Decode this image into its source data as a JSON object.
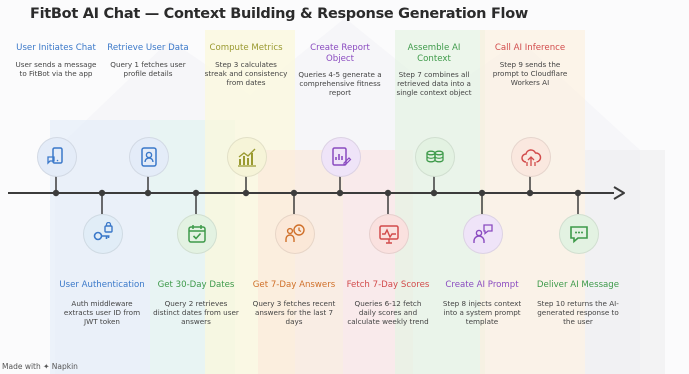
{
  "title": "FitBot AI Chat — Context Building & Response Generation Flow",
  "credit": "Made with ✦ Napkin",
  "colors": {
    "blue": "#3a78c9",
    "teal": "#3a9a9a",
    "green": "#3e9a4a",
    "olive": "#9a9a30",
    "orange": "#d0702a",
    "red": "#d24b4b",
    "purple": "#8a4bc0",
    "axis": "#3c3c3c"
  },
  "steps": [
    {
      "heading": "User Initiates Chat",
      "desc": "User sends a message to FitBot via the app",
      "icon": "phone-chat-icon",
      "color": "#3a78c9",
      "fill": "#e4ecf8",
      "pos": "top"
    },
    {
      "heading": "User Authentication",
      "desc": "Auth middleware extracts user ID from JWT token",
      "icon": "key-lock-icon",
      "color": "#3a78c9",
      "fill": "#e1edf7",
      "pos": "bottom"
    },
    {
      "heading": "Retrieve User Data",
      "desc": "Query 1 fetches user profile details",
      "icon": "user-profile-icon",
      "color": "#3a78c9",
      "fill": "#e4ecf8",
      "pos": "top"
    },
    {
      "heading": "Get 30-Day Dates",
      "desc": "Query 2 retrieves distinct dates from user answers",
      "icon": "calendar-check-icon",
      "color": "#3e9a4a",
      "fill": "#e3f2e2",
      "pos": "bottom"
    },
    {
      "heading": "Compute Metrics",
      "desc": "Step 3 calculates streak and consistency from dates",
      "icon": "chart-bars-icon",
      "color": "#9a9a30",
      "fill": "#f6f4d8",
      "pos": "top"
    },
    {
      "heading": "Get 7-Day Answers",
      "desc": "Query 3 fetches recent answers for the last 7 days",
      "icon": "person-clock-icon",
      "color": "#d0702a",
      "fill": "#fbe8d8",
      "pos": "bottom"
    },
    {
      "heading": "Create Report Object",
      "desc": "Queries 4-5 generate a comprehensive fitness report",
      "icon": "report-chart-icon",
      "color": "#8a4bc0",
      "fill": "#efe4f8",
      "pos": "top"
    },
    {
      "heading": "Fetch 7-Day Scores",
      "desc": "Queries 6-12 fetch daily scores and calculate weekly trend",
      "icon": "monitor-trend-icon",
      "color": "#d24b4b",
      "fill": "#fae1df",
      "pos": "bottom"
    },
    {
      "heading": "Assemble AI Context",
      "desc": "Step 7 combines all retrieved data into a single context object",
      "icon": "database-stack-icon",
      "color": "#3e9a4a",
      "fill": "#e3f2e2",
      "pos": "top"
    },
    {
      "heading": "Create AI Prompt",
      "desc": "Step 8 injects context into a system prompt template",
      "icon": "person-speech-icon",
      "color": "#8a4bc0",
      "fill": "#efe4f8",
      "pos": "bottom"
    },
    {
      "heading": "Call AI Inference",
      "desc": "Step 9 sends the prompt to Cloudflare Workers AI",
      "icon": "cloud-upload-icon",
      "color": "#d24b4b",
      "fill": "#fae8df",
      "pos": "top"
    },
    {
      "heading": "Deliver AI Message",
      "desc": "Step 10 returns the AI-generated response to the user",
      "icon": "chat-bubble-icon",
      "color": "#3e9a4a",
      "fill": "#e3f2e2",
      "pos": "bottom"
    }
  ]
}
